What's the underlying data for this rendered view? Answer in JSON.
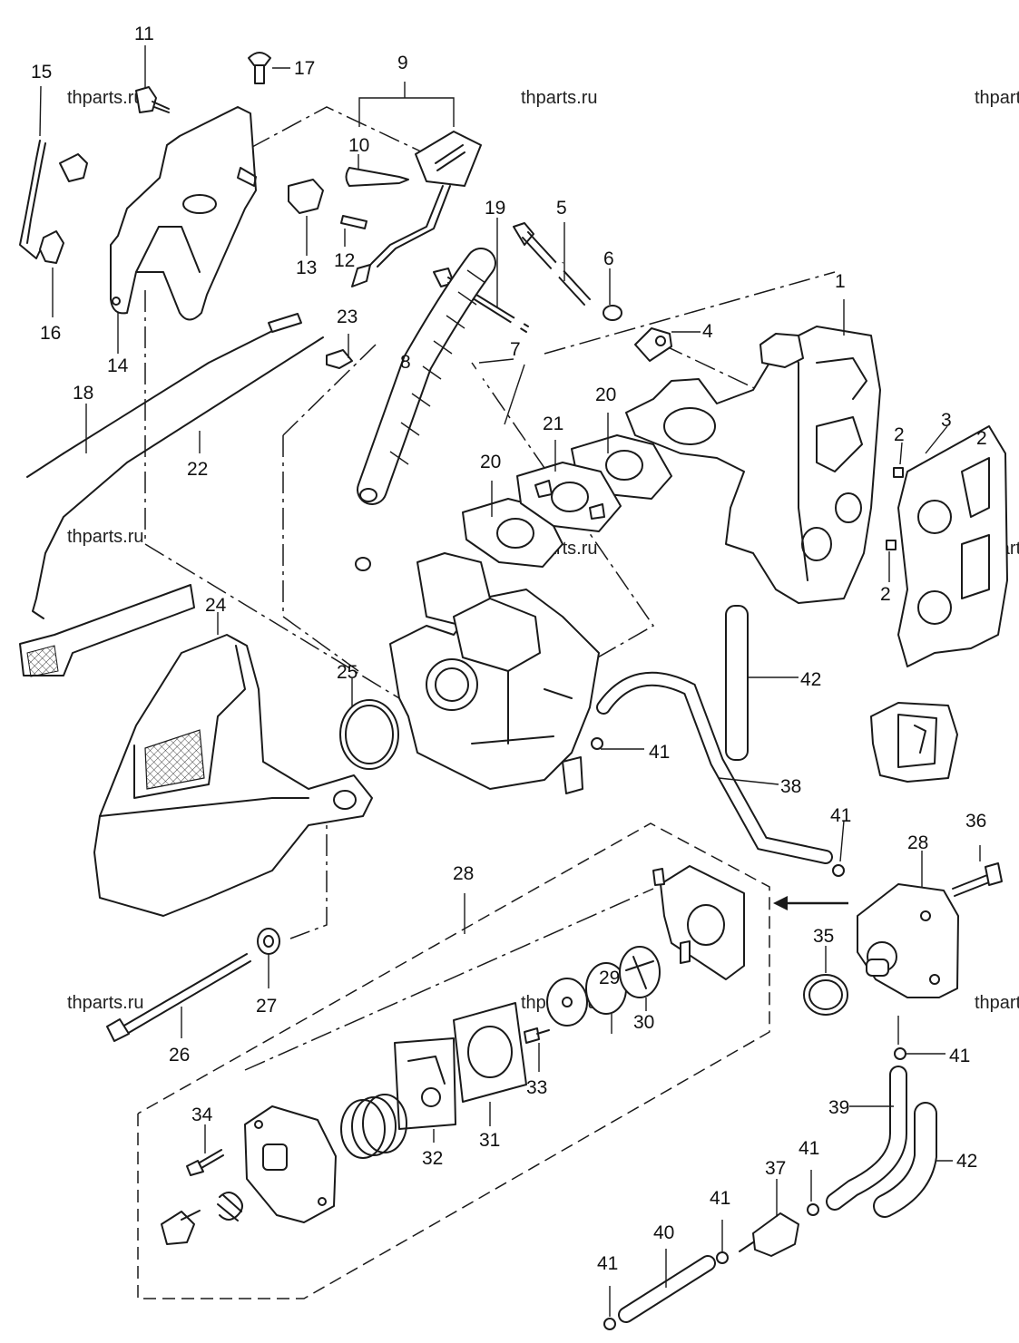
{
  "watermarks": [
    "thparts.ru",
    "thparts.ru",
    "thparts.ru",
    "thparts.ru",
    "thparts.ru",
    "thparts.ru",
    "thparts.ru",
    "thparts.ru",
    "thparts.ru"
  ],
  "callouts": [
    "1",
    "2",
    "2",
    "2",
    "3",
    "4",
    "5",
    "6",
    "7",
    "8",
    "9",
    "10",
    "11",
    "12",
    "13",
    "14",
    "15",
    "16",
    "17",
    "18",
    "19",
    "20",
    "20",
    "21",
    "22",
    "23",
    "24",
    "25",
    "26",
    "27",
    "28",
    "28",
    "29",
    "30",
    "31",
    "32",
    "33",
    "34",
    "35",
    "36",
    "37",
    "38",
    "39",
    "40",
    "41",
    "41",
    "41",
    "41",
    "41",
    "41",
    "42",
    "42"
  ],
  "colors": {
    "line": "#1a1a1a",
    "background": "#ffffff"
  }
}
